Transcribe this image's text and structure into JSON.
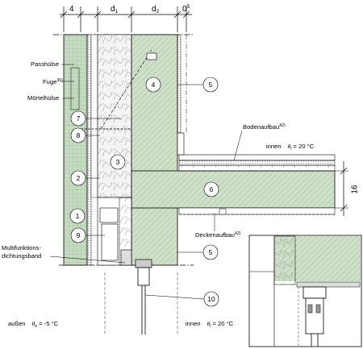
{
  "dimensions": {
    "top": [
      "4",
      "d",
      "1",
      "d",
      "2",
      "0",
      "5"
    ],
    "right": "16"
  },
  "left_labels": {
    "passhuelse": "Passhülse",
    "fuge": "Fuge",
    "fuge_ref": "36)",
    "moertelhuelse": "Mörtelhülse",
    "dichtung_line1": "Multifunktions-",
    "dichtung_line2": "dichtungsband"
  },
  "right_labels": {
    "bodenaufbau": "Bodenaufbau",
    "bodenaufbau_ref": "42)",
    "deckenaufbau": "Deckenaufbau",
    "deckenaufbau_ref": "42)"
  },
  "climate": {
    "innen_upper_word": "innen",
    "innen_upper_symbol": "θ",
    "innen_upper_sub": "i",
    "innen_upper_value": "= 20 °C",
    "aussen_word": "außen",
    "aussen_symbol": "θ",
    "aussen_sub": "e",
    "aussen_value": "= -5 °C",
    "innen_lower_word": "innen",
    "innen_lower_symbol": "θ",
    "innen_lower_sub": "i",
    "innen_lower_value": "= 20 °C"
  },
  "markers": [
    "1",
    "2",
    "3",
    "4",
    "5",
    "6",
    "7",
    "8",
    "9",
    "10",
    "5"
  ],
  "colors": {
    "concrete": "#cfe0c9",
    "masonry": "#c5dcc0",
    "insulation": "#f4f4f4",
    "line": "#000000"
  }
}
